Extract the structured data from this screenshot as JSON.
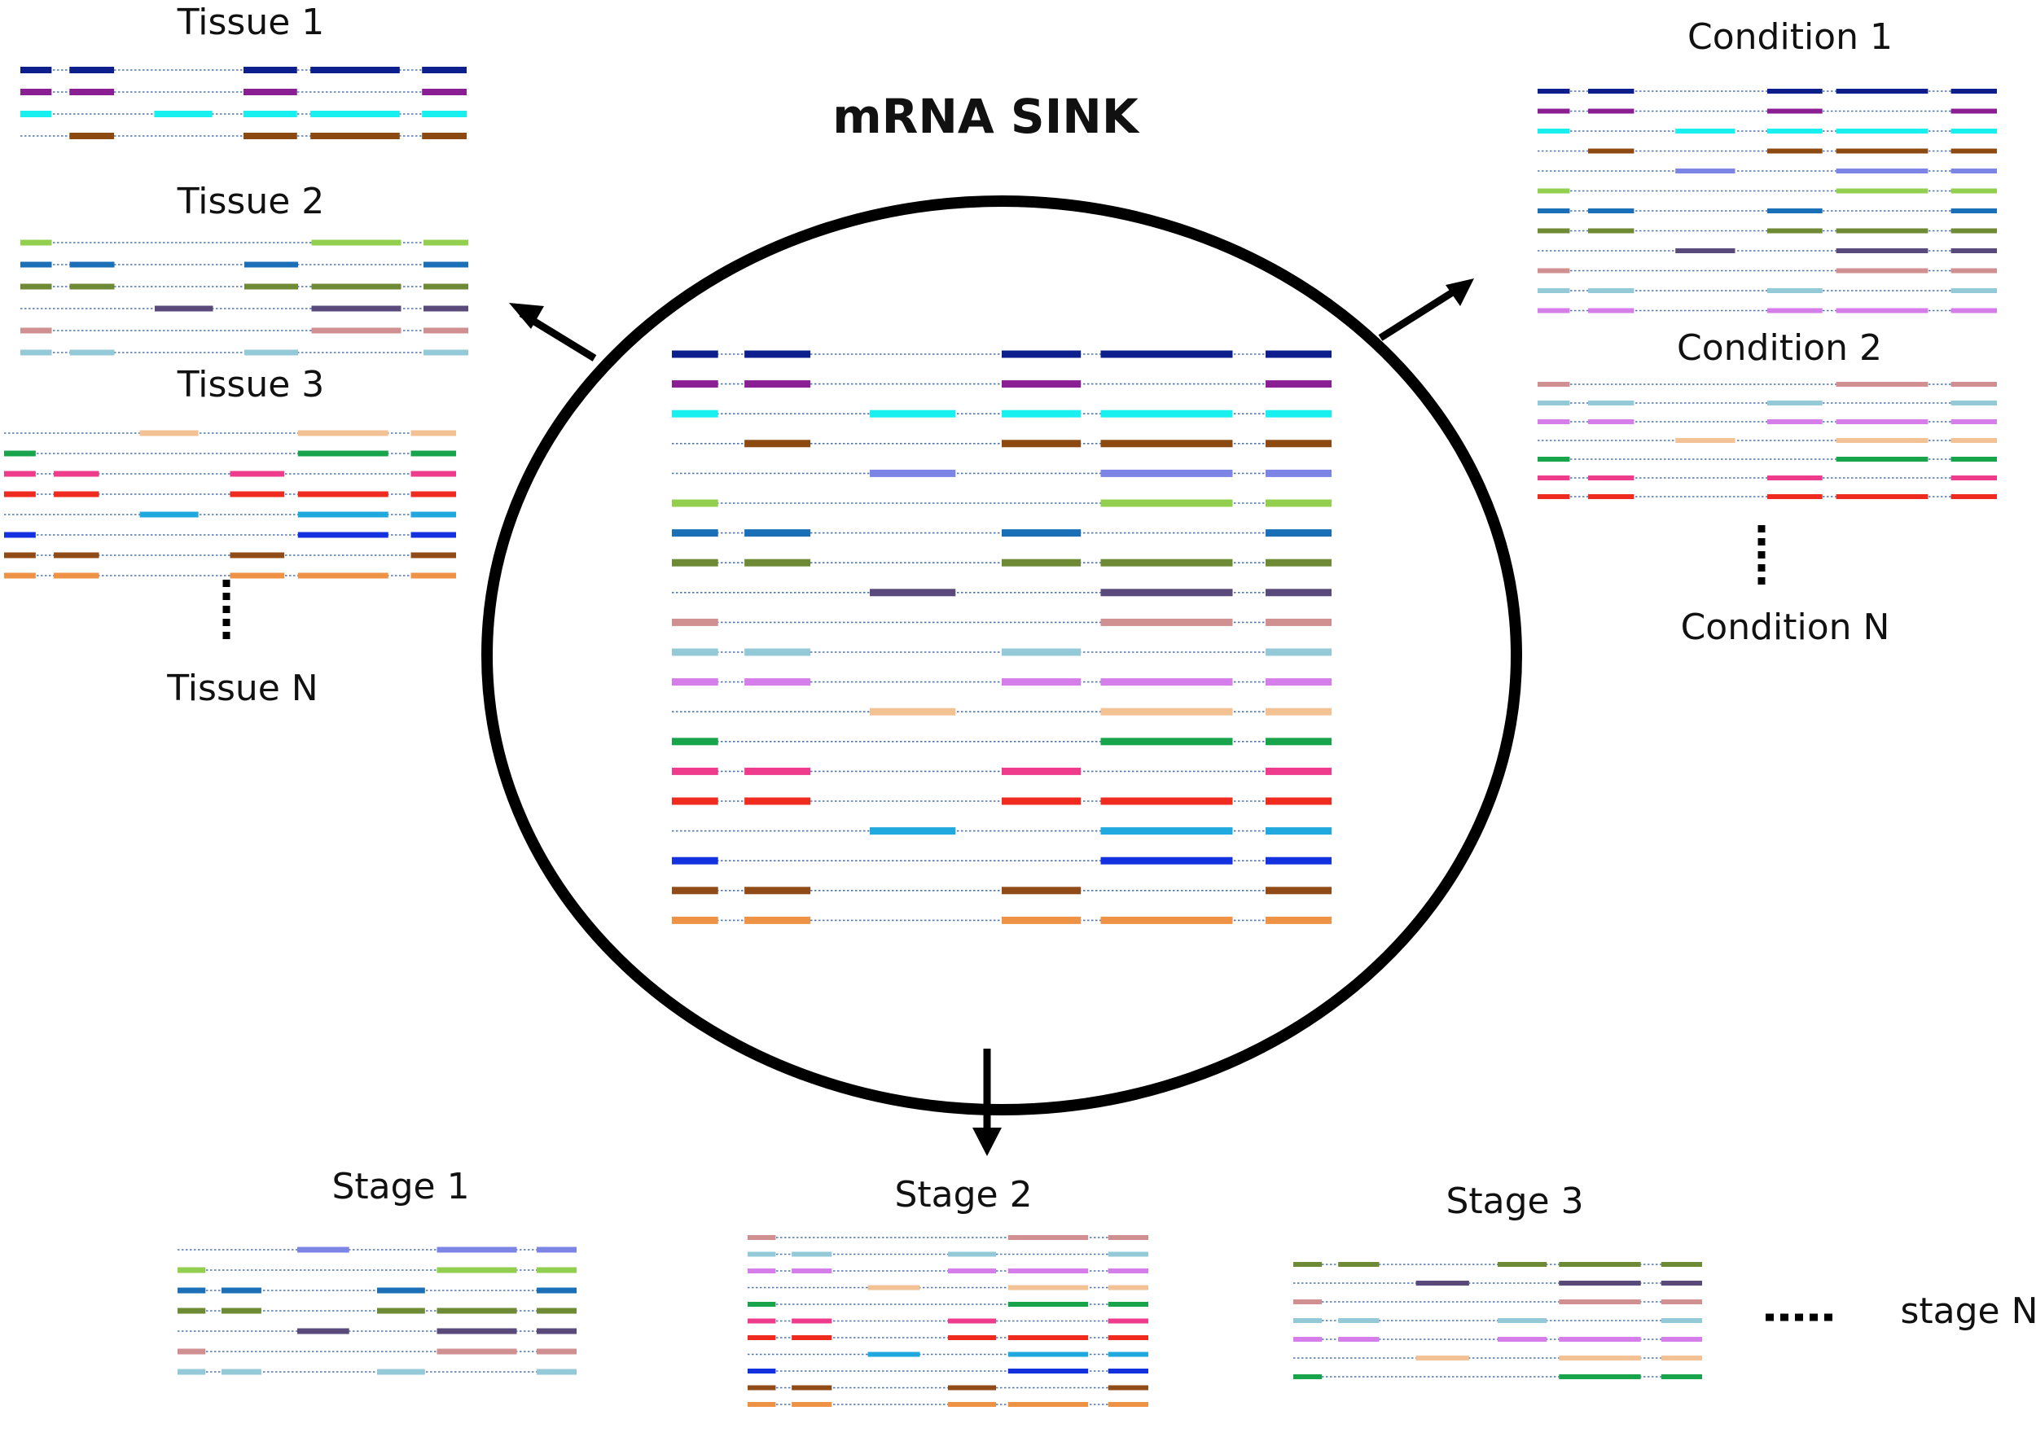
{
  "title": "mRNA SINK",
  "groups": {
    "tissue": {
      "labels": [
        "Tissue 1",
        "Tissue 2",
        "Tissue 3"
      ],
      "last": "Tissue N"
    },
    "condition": {
      "labels": [
        "Condition 1",
        "Condition 2"
      ],
      "last": "Condition N"
    },
    "stage": {
      "labels": [
        "Stage 1",
        "Stage 2",
        "Stage 3"
      ],
      "last": "stage N"
    }
  },
  "transcript_colors": [
    "#0d1f8c",
    "#8a1f94",
    "#18f0ef",
    "#8c4a10",
    "#7c84e6",
    "#92cf4f",
    "#1a6fb6",
    "#6f8a35",
    "#5a4a7c",
    "#d08f90",
    "#94cad7",
    "#d57de8",
    "#f2c294",
    "#17a44a",
    "#ee3b8c",
    "#ee2b1e",
    "#1fa9de",
    "#1431e0",
    "#914b17",
    "#ee9346"
  ],
  "exon_patterns": [
    [
      1,
      1,
      0,
      1,
      1,
      1
    ],
    [
      1,
      1,
      0,
      1,
      0,
      1
    ],
    [
      1,
      0,
      1,
      1,
      1,
      1
    ],
    [
      0,
      1,
      0,
      1,
      1,
      1
    ],
    [
      0,
      0,
      1,
      0,
      1,
      1
    ],
    [
      1,
      0,
      0,
      0,
      1,
      1
    ],
    [
      1,
      1,
      0,
      1,
      0,
      1
    ],
    [
      1,
      1,
      0,
      1,
      1,
      1
    ],
    [
      0,
      0,
      1,
      0,
      1,
      1
    ],
    [
      1,
      0,
      0,
      0,
      1,
      1
    ],
    [
      1,
      1,
      0,
      1,
      0,
      1
    ],
    [
      1,
      1,
      0,
      1,
      1,
      1
    ],
    [
      0,
      0,
      1,
      0,
      1,
      1
    ],
    [
      1,
      0,
      0,
      0,
      1,
      1
    ],
    [
      1,
      1,
      0,
      1,
      0,
      1
    ],
    [
      1,
      1,
      0,
      1,
      1,
      1
    ],
    [
      0,
      0,
      1,
      0,
      1,
      1
    ],
    [
      1,
      0,
      0,
      0,
      1,
      1
    ],
    [
      1,
      1,
      0,
      1,
      0,
      1
    ],
    [
      1,
      1,
      0,
      1,
      1,
      1
    ]
  ],
  "sets": {
    "sink": [
      0,
      1,
      2,
      3,
      4,
      5,
      6,
      7,
      8,
      9,
      10,
      11,
      12,
      13,
      14,
      15,
      16,
      17,
      18,
      19
    ],
    "tissue_1": [
      0,
      1,
      2,
      3
    ],
    "tissue_2": [
      5,
      6,
      7,
      8,
      9,
      10
    ],
    "tissue_3": [
      12,
      13,
      14,
      15,
      16,
      17,
      18,
      19
    ],
    "condition_1": [
      0,
      1,
      2,
      3,
      4,
      5,
      6,
      7,
      8,
      9,
      10,
      11
    ],
    "condition_2": [
      9,
      10,
      11,
      12,
      13,
      14,
      15
    ],
    "stage_1": [
      4,
      5,
      6,
      7,
      8,
      9,
      10
    ],
    "stage_2": [
      9,
      10,
      11,
      12,
      13,
      14,
      15,
      16,
      17,
      18,
      19
    ],
    "stage_3": [
      7,
      8,
      9,
      10,
      11,
      12,
      13
    ]
  }
}
